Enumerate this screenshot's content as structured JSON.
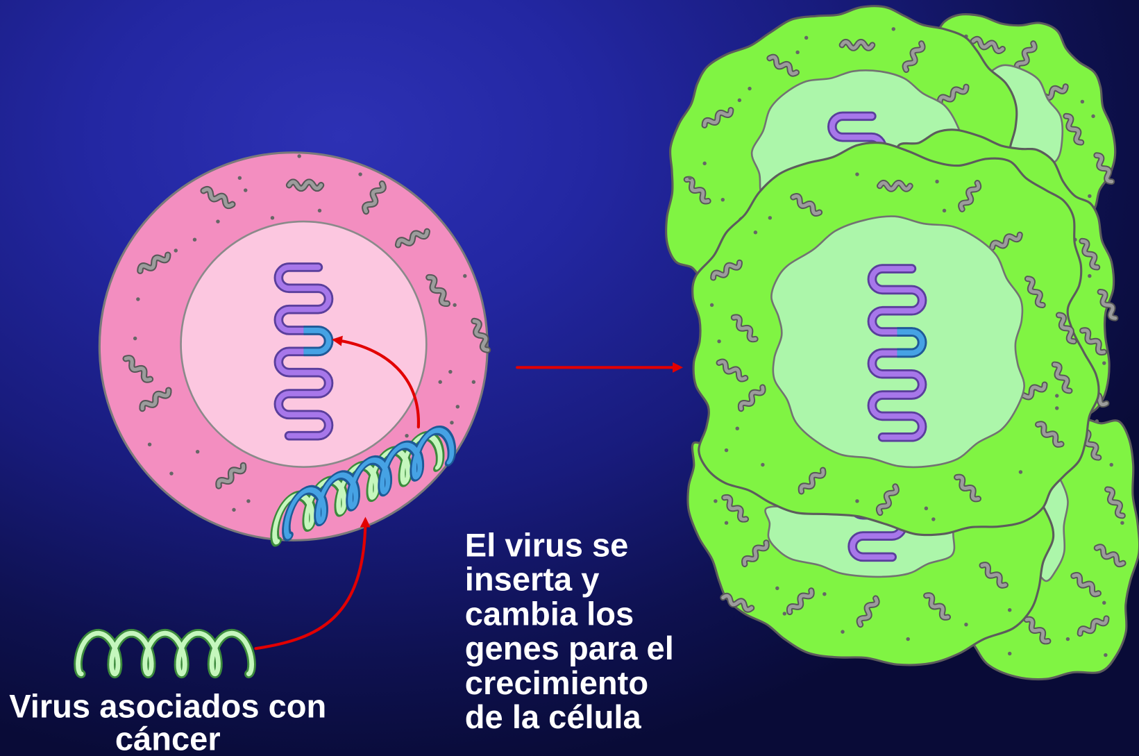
{
  "annotation": {
    "lines": [
      "El virus se",
      "inserta y",
      "cambia los",
      "genes para el",
      "crecimiento",
      "de la célula"
    ]
  },
  "virus_label": {
    "lines": [
      "Virus asociados con",
      "cáncer"
    ]
  },
  "colors": {
    "cell_pink": "#f38ec0",
    "nucleus_pink": "#fcc7e0",
    "cell_green": "#80f443",
    "nucleus_green": "#acf6aa",
    "dna_purple": "#a777ea",
    "inserted_dna_blue": "#46a2e4",
    "virus_green": "#c5f7bd",
    "arrow_red": "#e20000",
    "text": "#ffffff"
  }
}
